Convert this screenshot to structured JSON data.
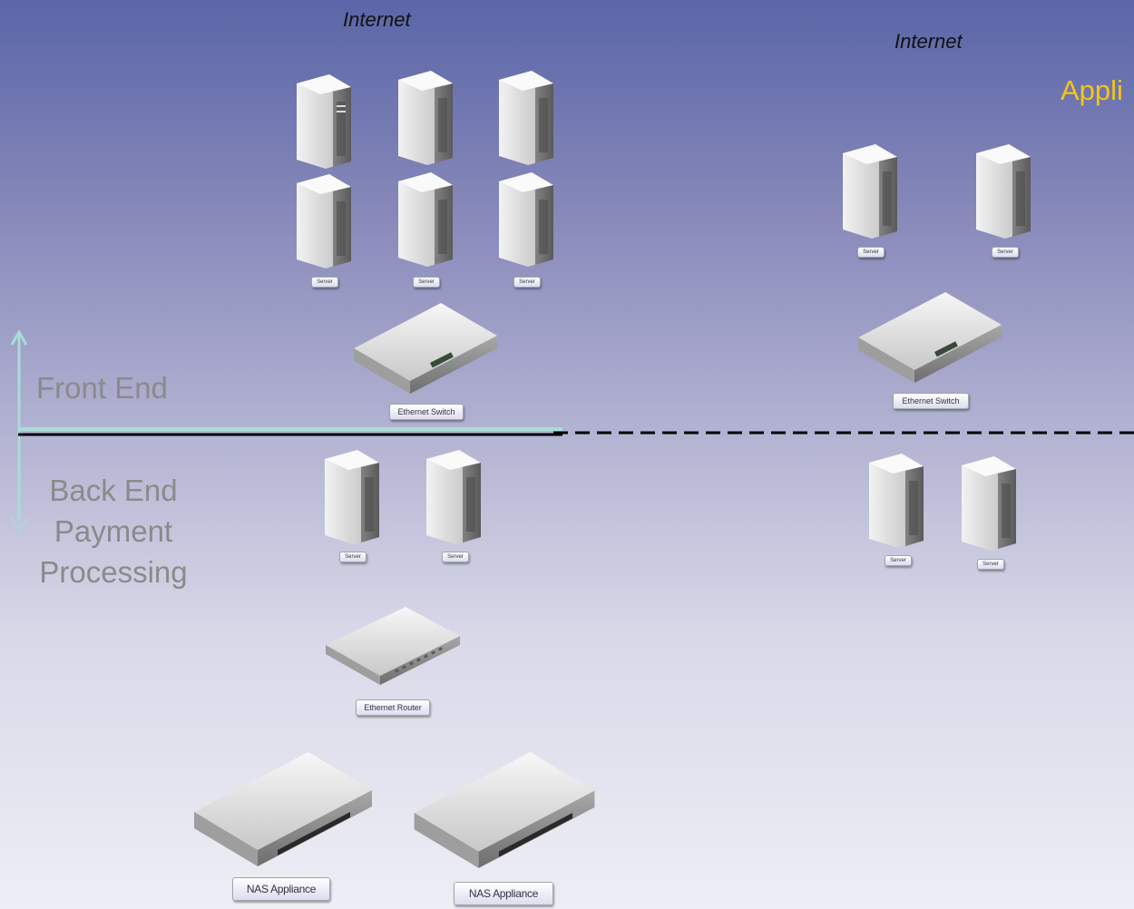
{
  "labels": {
    "internet_left": "Internet",
    "internet_right": "Internet",
    "application": "Appli",
    "front_end": "Front End",
    "back_end_line1": "Back End",
    "back_end_line2": "Payment",
    "back_end_line3": "Processing"
  },
  "device_labels": {
    "server": "Server",
    "ethernet_switch": "Ethernet Switch",
    "ethernet_router": "Ethernet Router",
    "nas_appliance": "NAS Appliance"
  },
  "colors": {
    "application_label": "#f5c518",
    "divider_teal": "#a8dcd8",
    "divider_black": "#000000"
  }
}
